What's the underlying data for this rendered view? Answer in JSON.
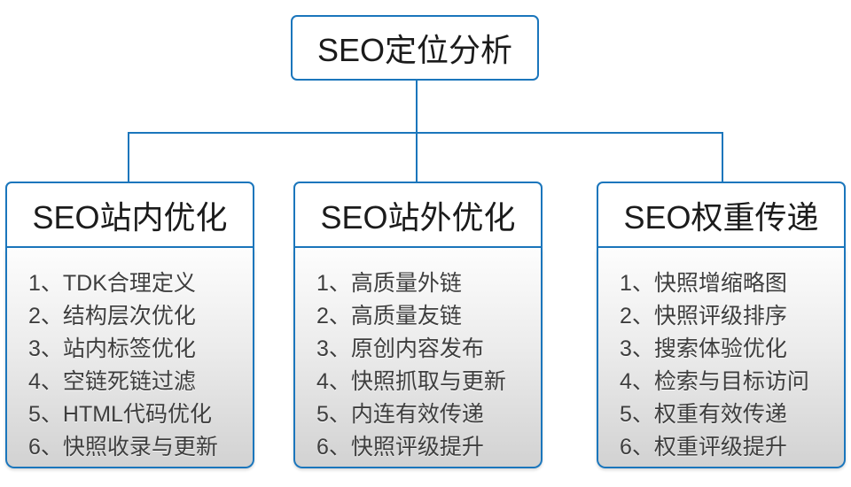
{
  "diagram": {
    "root": {
      "title": "SEO定位分析"
    },
    "columns": [
      {
        "header": "SEO站内优化",
        "items": [
          "1、TDK合理定义",
          "2、结构层次优化",
          "3、站内标签优化",
          "4、空链死链过滤",
          "5、HTML代码优化",
          "6、快照收录与更新"
        ]
      },
      {
        "header": "SEO站外优化",
        "items": [
          "1、高质量外链",
          "2、高质量友链",
          "3、原创内容发布",
          "4、快照抓取与更新",
          "5、内连有效传递",
          "6、快照评级提升"
        ]
      },
      {
        "header": "SEO权重传递",
        "items": [
          "1、快照增缩略图",
          "2、快照评级排序",
          "3、搜索体验优化",
          "4、检索与目标访问",
          "5、权重有效传递",
          "6、权重评级提升"
        ]
      }
    ],
    "colors": {
      "accent_blue": "#1b76bc",
      "header_text": "#1b1b1b",
      "item_text": "#3e3e3e",
      "panel_gradient_top": "#fdfdfd",
      "panel_gradient_bottom": "#d2d2d2"
    }
  }
}
